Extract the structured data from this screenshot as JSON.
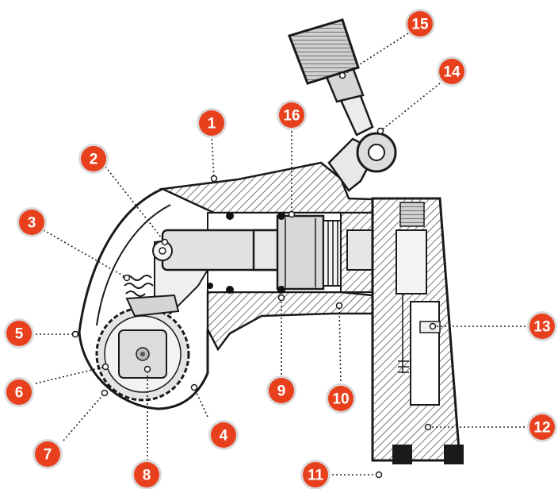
{
  "callouts": [
    {
      "label": "1"
    },
    {
      "label": "2"
    },
    {
      "label": "3"
    },
    {
      "label": "4"
    },
    {
      "label": "5"
    },
    {
      "label": "6"
    },
    {
      "label": "7"
    },
    {
      "label": "8"
    },
    {
      "label": "9"
    },
    {
      "label": "10"
    },
    {
      "label": "11"
    },
    {
      "label": "12"
    },
    {
      "label": "13"
    },
    {
      "label": "14"
    },
    {
      "label": "15"
    },
    {
      "label": "16"
    }
  ],
  "colors": {
    "badge": "#e8401c",
    "badge_ring": "#d9d9d9",
    "outline": "#1a1a1a",
    "hatch": "#555555",
    "metal": "#d8d8d8",
    "leader": "#222222"
  }
}
